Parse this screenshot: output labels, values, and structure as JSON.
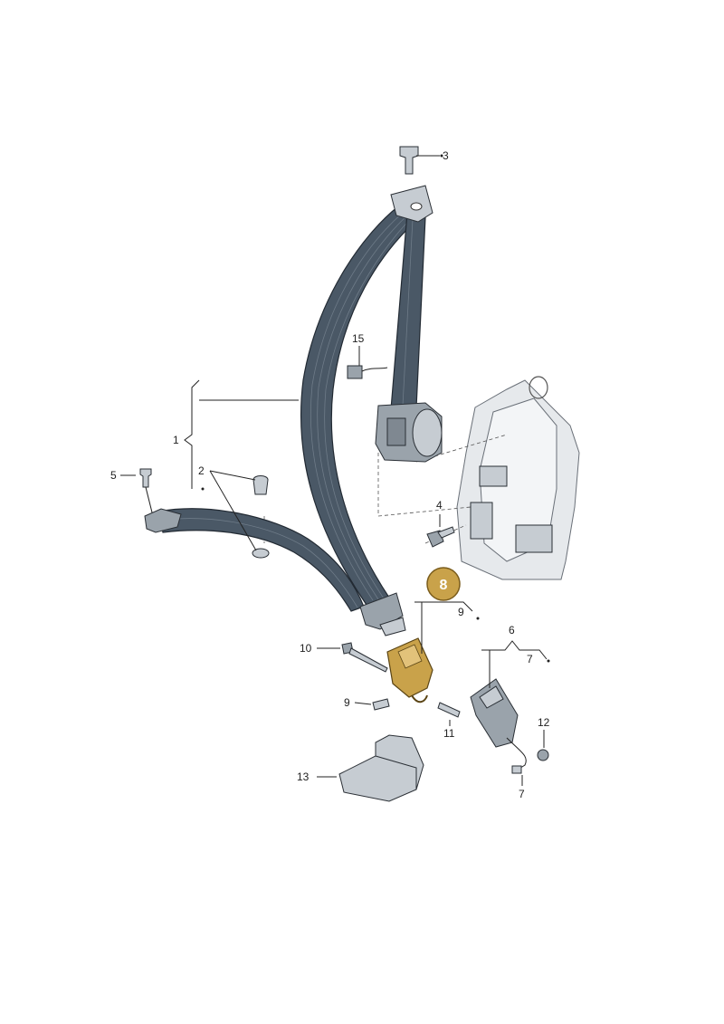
{
  "callouts": {
    "c1": "1",
    "c2": "2",
    "c3": "3",
    "c4": "4",
    "c5": "5",
    "c6": "6",
    "c7a": "7",
    "c7b": "7",
    "c8": "8",
    "c9a": "9",
    "c9b": "9",
    "c10": "10",
    "c11": "11",
    "c12": "12",
    "c13": "13",
    "c15": "15"
  },
  "colors": {
    "highlight": "#c9a24a",
    "belt": "#4a5866",
    "parts": "#9aa3ab"
  }
}
